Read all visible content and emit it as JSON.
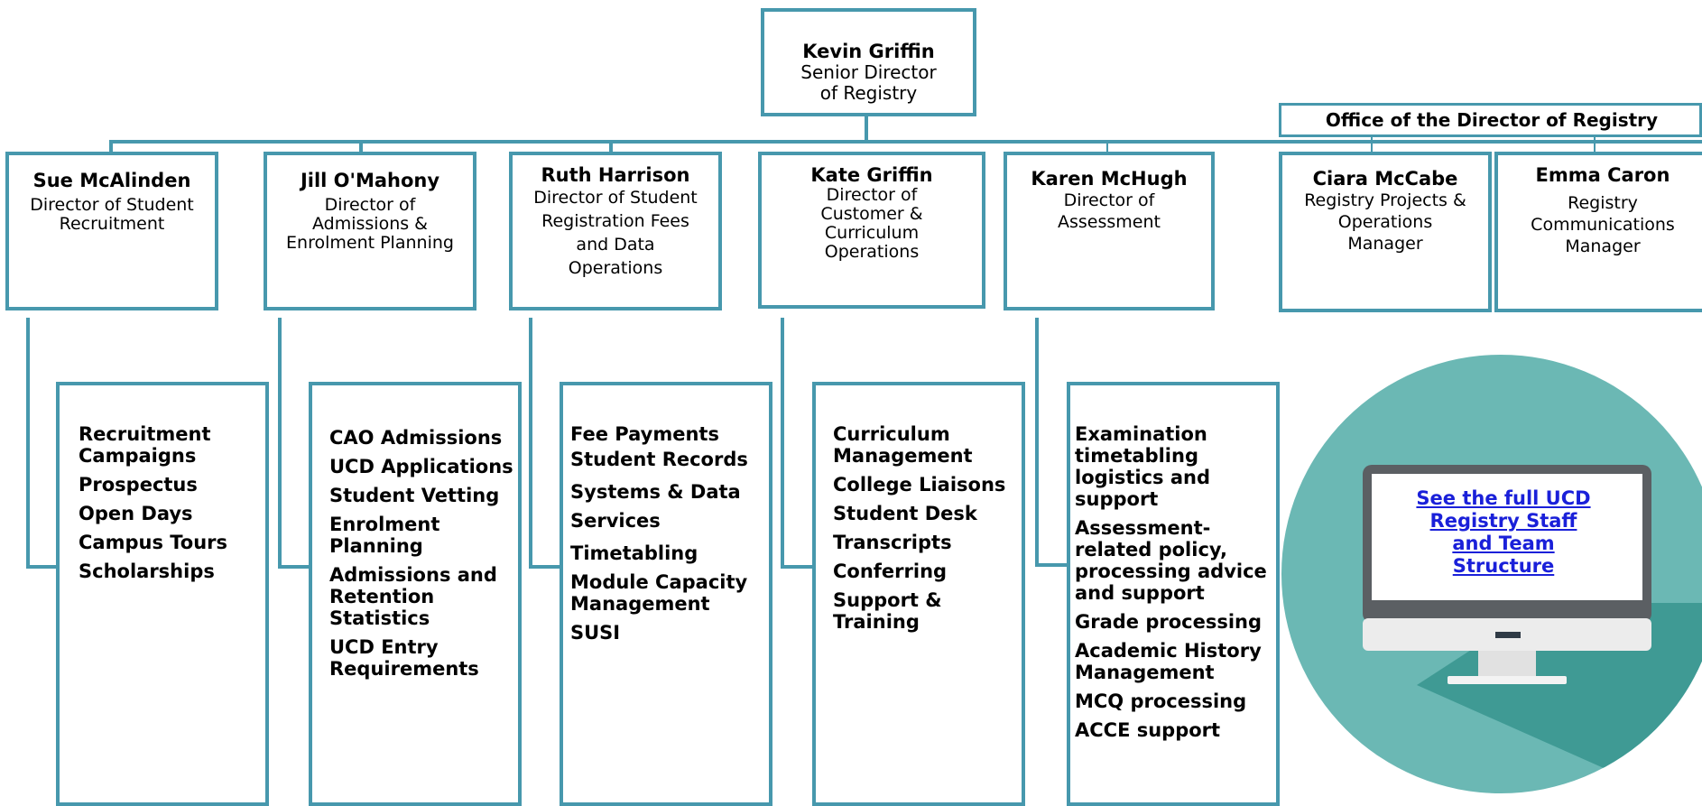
{
  "director": {
    "name": "Kevin Griffin",
    "role": "Senior Director\nof Registry"
  },
  "office": {
    "label": "Office of the Director of Registry"
  },
  "managers": [
    {
      "name": "Sue McAlinden",
      "role": "Director of Student\nRecruitment"
    },
    {
      "name": "Jill O'Mahony",
      "role": "Director of\nAdmissions & \nEnrolment Planning"
    },
    {
      "name": "Ruth Harrison",
      "role": "Director of Student\nRegistration Fees\nand Data\nOperations"
    },
    {
      "name": "Kate Griffin",
      "role": "Director of\nCustomer &\nCurriculum\nOperations"
    },
    {
      "name": "Karen McHugh",
      "role": "Director of\nAssessment"
    },
    {
      "name": "Ciara McCabe",
      "role": "Registry Projects &\nOperations\nManager"
    },
    {
      "name": "Emma Caron",
      "role": "Registry\nCommunications\nManager"
    }
  ],
  "duties": [
    [
      "Recruitment\nCampaigns",
      "Prospectus",
      "Open Days",
      "Campus Tours",
      "Scholarships"
    ],
    [
      "CAO Admissions",
      "UCD Applications",
      "Student Vetting",
      "Enrolment\nPlanning",
      "Admissions and\nRetention\nStatistics",
      "UCD Entry\nRequirements"
    ],
    [
      "Fee Payments",
      "Student Records",
      "Systems & Data\nServices",
      "Timetabling",
      "Module Capacity\nManagement",
      "SUSI"
    ],
    [
      "Curriculum\nManagement",
      "College Liaisons",
      "Student Desk",
      "Transcripts",
      "Conferring",
      "Support &\nTraining"
    ],
    [
      "Examination\ntimetabling\nlogistics and\nsupport",
      "Assessment-\nrelated policy,\nprocessing advice\nand support",
      "Grade processing",
      "Academic History\nManagement",
      "MCQ processing",
      "ACCE support"
    ]
  ],
  "link": {
    "text": "See the full UCD\nRegistry Staff\nand Team\nStructure"
  },
  "colors": {
    "line": "#4798ad",
    "circle": "#6bb8b4",
    "link": "#1a20d9"
  },
  "icons": {
    "monitor": "computer-monitor-icon"
  }
}
